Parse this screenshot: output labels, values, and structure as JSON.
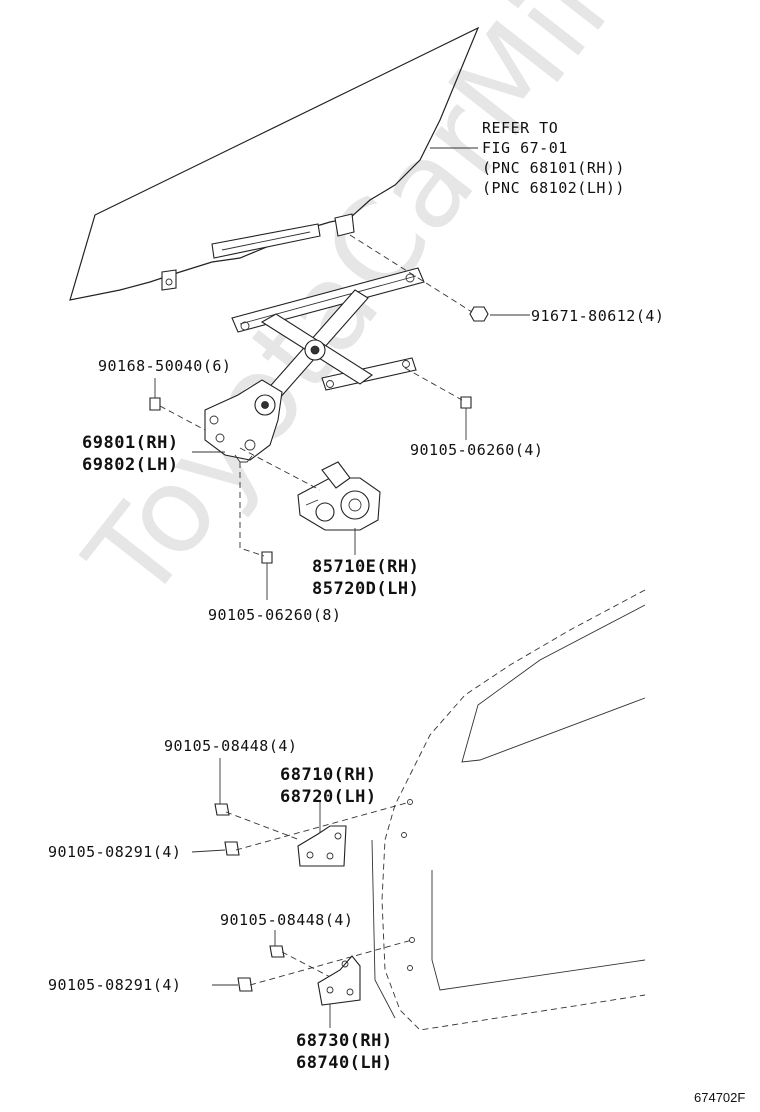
{
  "watermark": "ToyotaCarMine.ru",
  "refer": {
    "line1": "REFER TO",
    "line2": "FIG 67-01",
    "line3": "(PNC 68101(RH))",
    "line4": "(PNC 68102(LH))"
  },
  "parts": {
    "p91671": "91671-80612(4)",
    "p90168": "90168-50040(6)",
    "p90105_06260_4": "90105-06260(4)",
    "p69801": "69801(RH)",
    "p69802": "69802(LH)",
    "p85710": "85710E(RH)",
    "p85720": "85720D(LH)",
    "p90105_06260_8": "90105-06260(8)",
    "p90105_08448_top": "90105-08448(4)",
    "p68710": "68710(RH)",
    "p68720": "68720(LH)",
    "p90105_08291_top": "90105-08291(4)",
    "p90105_08448_bot": "90105-08448(4)",
    "p90105_08291_bot": "90105-08291(4)",
    "p68730": "68730(RH)",
    "p68740": "68740(LH)"
  },
  "figure_code": "674702F"
}
